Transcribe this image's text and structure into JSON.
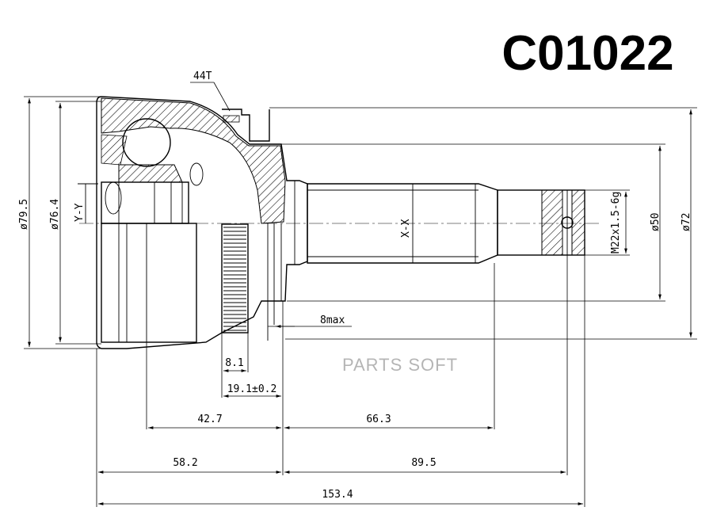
{
  "part_number": "C01022",
  "watermark": "PARTS SOFT",
  "callouts": {
    "teeth": "44T",
    "section_y": "Y-Y",
    "section_x": "X-X",
    "thread": "M22x1.5-6g",
    "max_offset": "8max"
  },
  "diameters": {
    "outer": "ø79.5",
    "seal": "ø76.4",
    "abs_ring": "ø72",
    "shaft": "ø50"
  },
  "lengths": {
    "ring_width": "8.1",
    "ring_offset": "19.1±0.2",
    "inner_a": "42.7",
    "inner_b": "66.3",
    "outer_a": "58.2",
    "outer_b": "89.5",
    "total": "153.4"
  }
}
